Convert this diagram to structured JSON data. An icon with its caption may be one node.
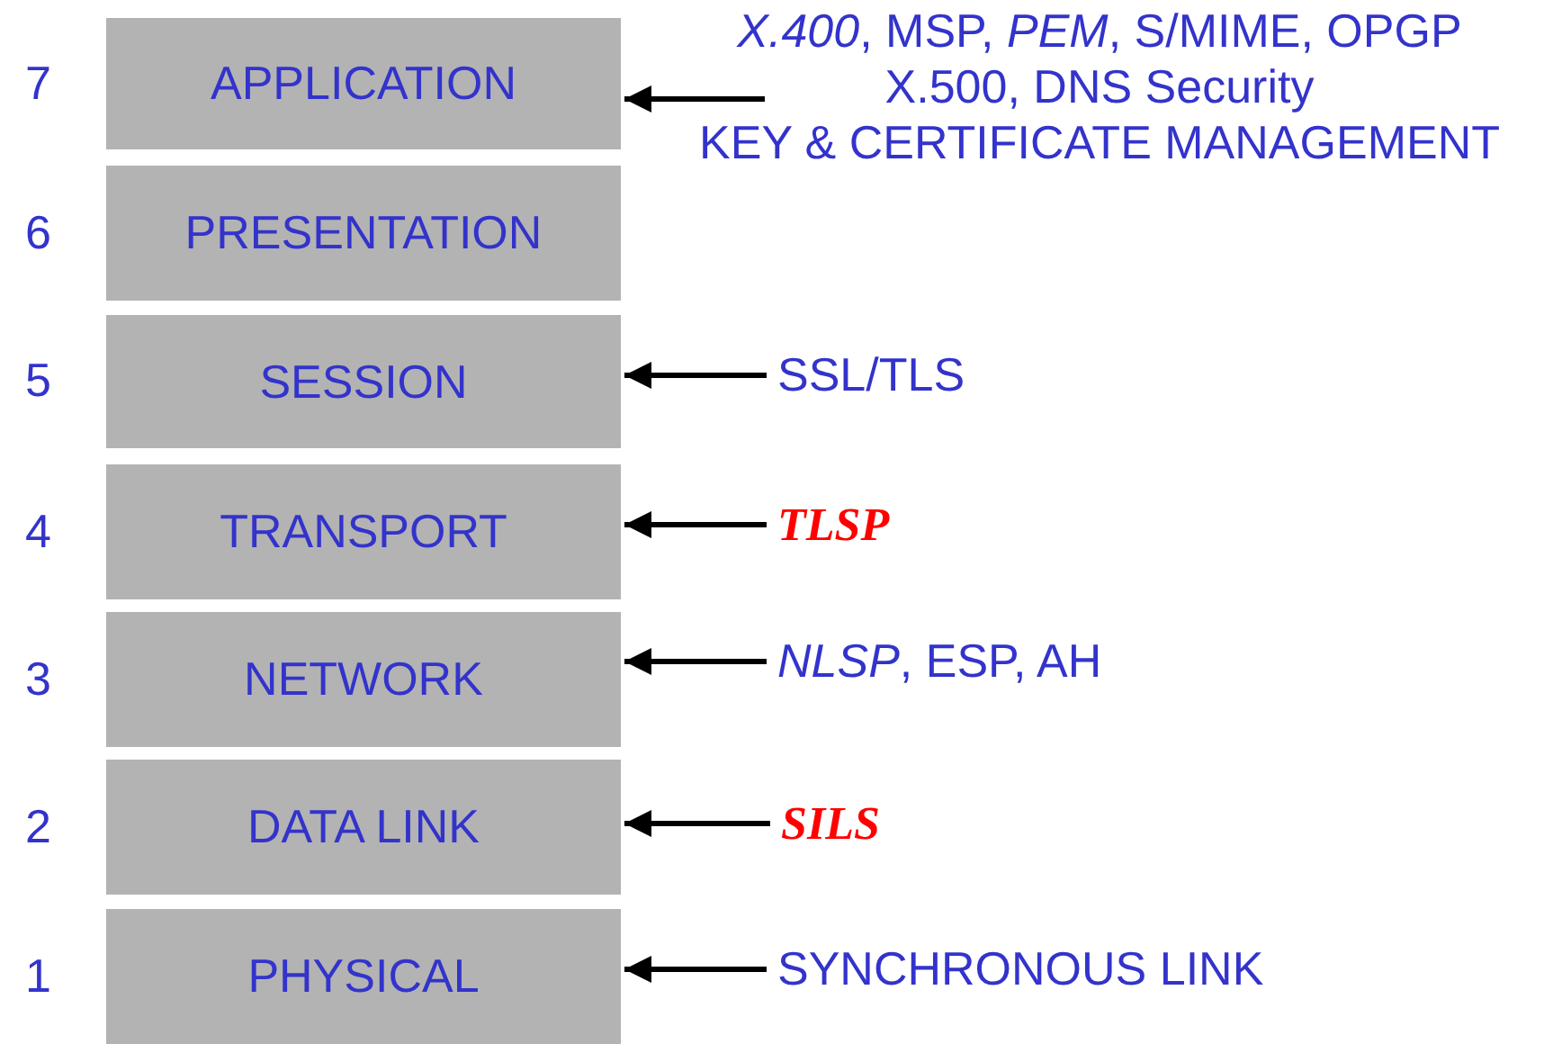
{
  "diagram": {
    "nodes": [
      {
        "text": [
          "APPLICATION"
        ],
        "beside": [
          "7"
        ]
      },
      {
        "text": [
          "PRESENTATION"
        ],
        "beside": [
          "6"
        ]
      },
      {
        "text": [
          "SESSION"
        ],
        "beside": [
          "5"
        ]
      },
      {
        "text": [
          "TRANSPORT"
        ],
        "beside": [
          "4"
        ]
      },
      {
        "text": [
          "NETWORK"
        ],
        "beside": [
          "3"
        ]
      },
      {
        "text": [
          "DATA LINK"
        ],
        "beside": [
          "2"
        ]
      },
      {
        "text": [
          "PHYSICAL"
        ],
        "beside": [
          "1"
        ]
      },
      {
        "text": [
          "*X.400*, MSP, *PEM*, S/MIME, OPGP X.500, DNS Security",
          "KEY & CERTIFICATE MANAGEMENT"
        ]
      },
      {
        "text": [
          "SSL/TLS"
        ]
      },
      {
        "text": [
          "TLSP"
        ]
      },
      {
        "text": [
          "*NLSP*, ESP, AH"
        ]
      },
      {
        "text": [
          "SILS"
        ]
      },
      {
        "text": [
          "SYNCHRONOUS LINK"
        ]
      }
    ],
    "edges": [
      {
        "from": 7,
        "to": 0,
        "arrow": "to"
      },
      {
        "from": 8,
        "to": 2,
        "arrow": "to"
      },
      {
        "from": 9,
        "to": 3,
        "arrow": "to"
      },
      {
        "from": 10,
        "to": 4,
        "arrow": "to"
      },
      {
        "from": 11,
        "to": 5,
        "arrow": "to"
      },
      {
        "from": 12,
        "to": 6,
        "arrow": "to"
      }
    ]
  }
}
